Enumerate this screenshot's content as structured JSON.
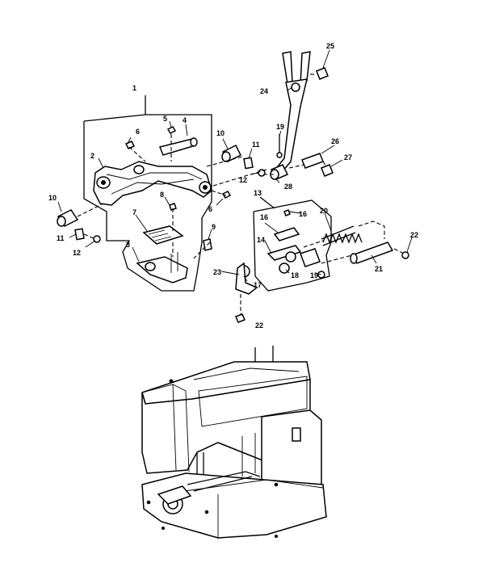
{
  "callouts": {
    "c1": "1",
    "c2": "2",
    "c3": "3",
    "c4": "4",
    "c5": "5",
    "c6a": "6",
    "c6b": "6",
    "c7": "7",
    "c8": "8",
    "c9": "9",
    "c10a": "10",
    "c10b": "10",
    "c11a": "11",
    "c11b": "11",
    "c12a": "12",
    "c12b": "12",
    "c13": "13",
    "c14": "14",
    "c16a": "16",
    "c16b": "16",
    "c17": "17",
    "c18": "18",
    "c19a": "19",
    "c19b": "19",
    "c20": "20",
    "c21": "21",
    "c22a": "22",
    "c22b": "22",
    "c23": "23",
    "c24": "24",
    "c25": "25",
    "c26": "26",
    "c27": "27",
    "c28": "28"
  }
}
